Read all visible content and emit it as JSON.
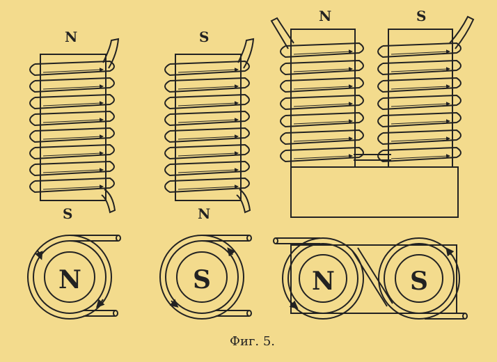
{
  "labels": {
    "coil1_top": "N",
    "coil1_bottom": "S",
    "coil2_top": "S",
    "coil2_bottom": "N",
    "horseshoe_left": "N",
    "horseshoe_right": "S",
    "end1": "N",
    "end2": "S",
    "end3_left": "N",
    "end3_right": "S"
  },
  "caption": "Фиг. 5.",
  "colors": {
    "background": "#f3db8d",
    "ink": "#222222"
  }
}
